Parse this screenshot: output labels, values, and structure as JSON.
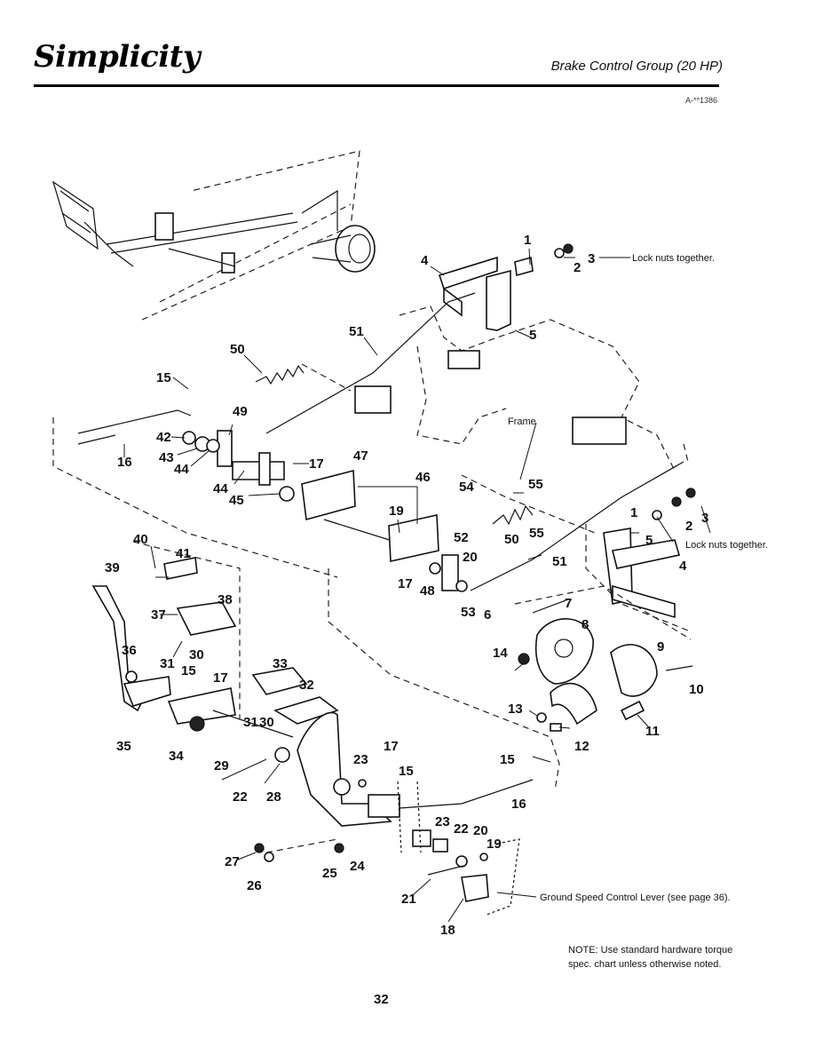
{
  "header": {
    "brand": "Simplicity",
    "title": "Brake Control Group (20 HP)",
    "doc_id": "A-**1386"
  },
  "labels": {
    "lock_nuts_1": "Lock nuts together.",
    "lock_nuts_2": "Lock nuts together.",
    "frame": "Frame",
    "ground_speed": "Ground Speed Control Lever (see page 36)."
  },
  "callouts": [
    "1",
    "2",
    "3",
    "4",
    "5",
    "51",
    "50",
    "15",
    "49",
    "42",
    "43",
    "44",
    "16",
    "44",
    "45",
    "17",
    "47",
    "46",
    "19",
    "54",
    "55",
    "55",
    "50",
    "1",
    "2",
    "3",
    "5",
    "4",
    "51",
    "52",
    "20",
    "17",
    "48",
    "53",
    "6",
    "7",
    "8",
    "9",
    "10",
    "14",
    "13",
    "12",
    "11",
    "40",
    "38",
    "39",
    "41",
    "37",
    "36",
    "31",
    "30",
    "15",
    "17",
    "35",
    "34",
    "33",
    "32",
    "29",
    "31",
    "30",
    "22",
    "28",
    "23",
    "17",
    "15",
    "15",
    "16",
    "23",
    "22",
    "20",
    "19",
    "27",
    "26",
    "25",
    "24",
    "21",
    "18"
  ],
  "note": "NOTE: Use standard hardware torque spec. chart unless otherwise noted.",
  "page_number": "32"
}
